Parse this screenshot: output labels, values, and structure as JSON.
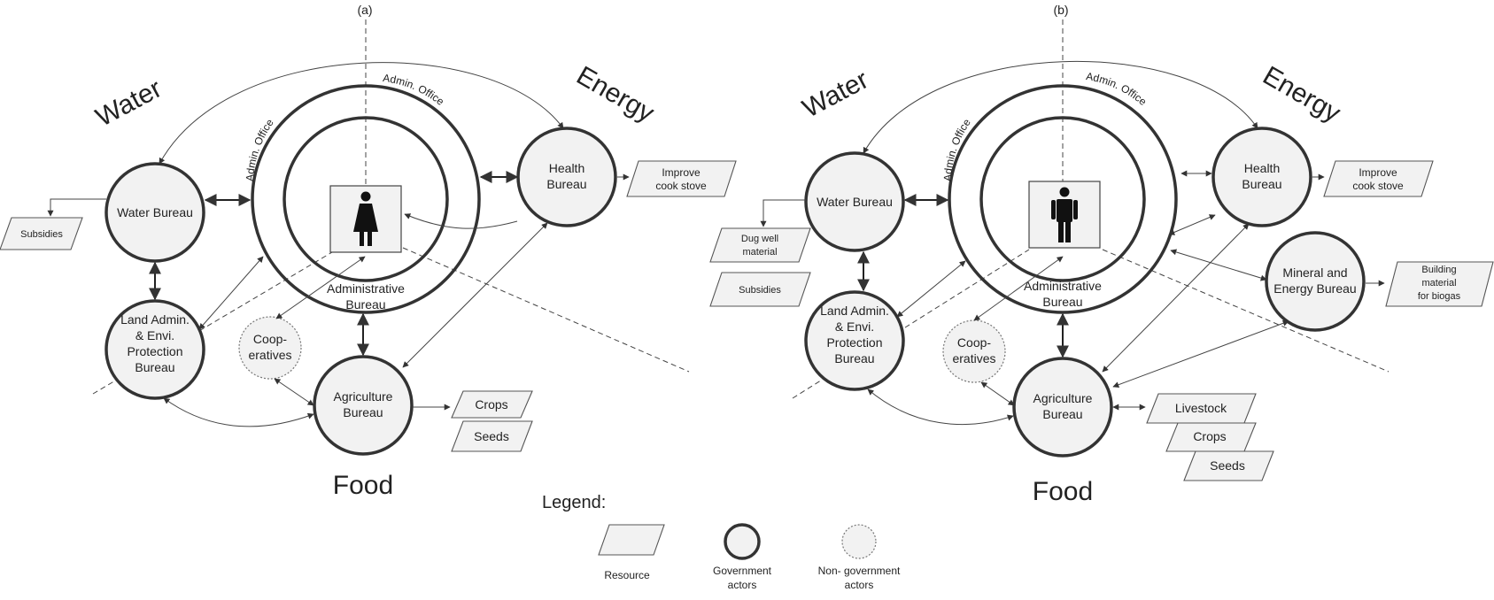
{
  "panels": [
    {
      "label": "(a)",
      "sectors": {
        "water": "Water",
        "energy": "Energy",
        "food": "Food"
      },
      "admin_office_left": "Admin. Office",
      "admin_office_right": "Admin. Office",
      "administrative_bureau": [
        "Administrative",
        "Bureau"
      ],
      "person": "female",
      "water_bureau": "Water Bureau",
      "health_bureau": [
        "Health",
        "Bureau"
      ],
      "land_bureau": [
        "Land Admin.",
        "& Envi.",
        "Protection",
        "Bureau"
      ],
      "cooperatives": [
        "Coop-",
        "eratives"
      ],
      "agriculture_bureau": [
        "Agriculture",
        "Bureau"
      ],
      "resources": {
        "improve_cook_stove": [
          "Improve",
          "cook stove"
        ],
        "subsidies": "Subsidies",
        "crops": "Crops",
        "seeds": "Seeds"
      }
    },
    {
      "label": "(b)",
      "sectors": {
        "water": "Water",
        "energy": "Energy",
        "food": "Food"
      },
      "admin_office_left": "Admin. Office",
      "admin_office_right": "Admin. Office",
      "administrative_bureau": [
        "Administrative",
        "Bureau"
      ],
      "person": "male",
      "water_bureau": "Water Bureau",
      "health_bureau": [
        "Health",
        "Bureau"
      ],
      "land_bureau": [
        "Land Admin.",
        "& Envi.",
        "Protection",
        "Bureau"
      ],
      "cooperatives": [
        "Coop-",
        "eratives"
      ],
      "agriculture_bureau": [
        "Agriculture",
        "Bureau"
      ],
      "mineral_bureau": [
        "Mineral and",
        "Energy Bureau"
      ],
      "resources": {
        "improve_cook_stove": [
          "Improve",
          "cook stove"
        ],
        "dug_well": [
          "Dug well",
          "material"
        ],
        "subsidies": "Subsidies",
        "building_material": [
          "Building",
          "material",
          "for biogas"
        ],
        "livestock": "Livestock",
        "crops": "Crops",
        "seeds": "Seeds"
      }
    }
  ],
  "legend": {
    "title": "Legend:",
    "resource": "Resource",
    "government": [
      "Government",
      "actors"
    ],
    "non_government": [
      "Non- government",
      "actors"
    ]
  }
}
